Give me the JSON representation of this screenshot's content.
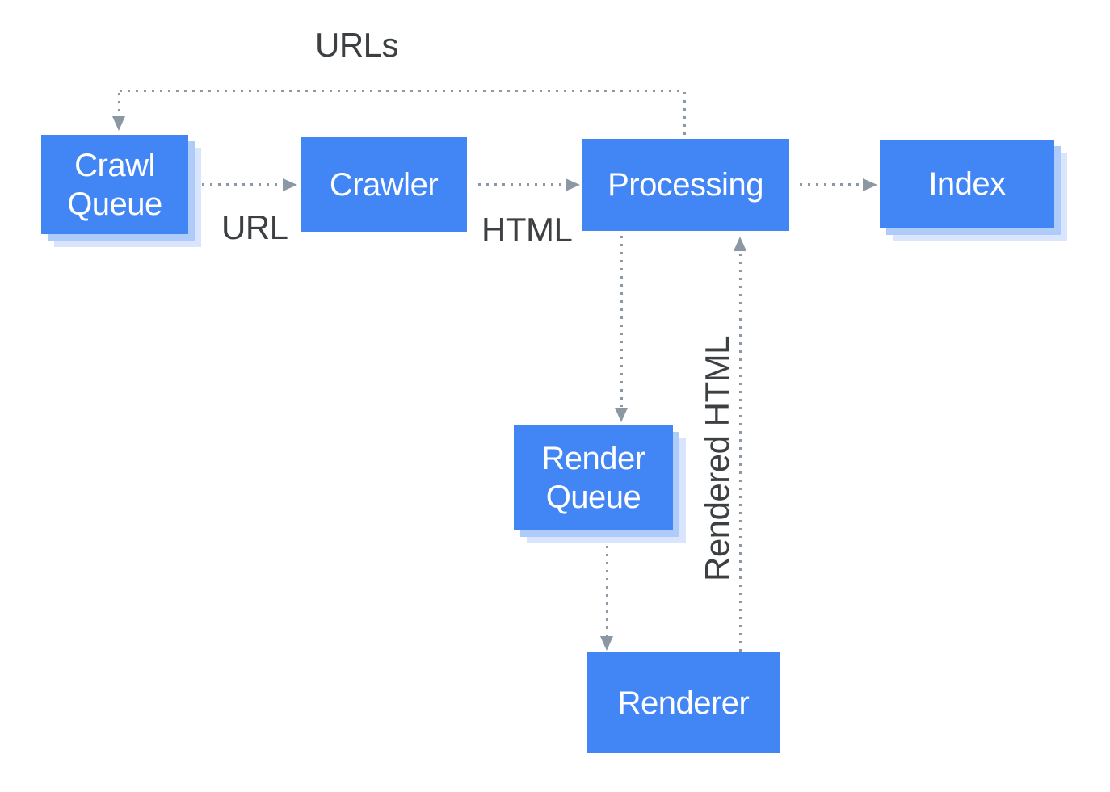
{
  "diagram": {
    "description": "Crawl / render / index pipeline flow diagram"
  },
  "colors": {
    "node_fill": "#4285F4",
    "node_text": "#ffffff",
    "shadow_inner": "#aecbfa",
    "shadow_outer": "#d9e5fc",
    "connector": "#8b98a3",
    "label_text": "#3c4043",
    "canvas_bg": "#ffffff"
  },
  "nodes": [
    {
      "id": "crawl-queue",
      "label": "Crawl Queue"
    },
    {
      "id": "crawler",
      "label": "Crawler"
    },
    {
      "id": "processing",
      "label": "Processing"
    },
    {
      "id": "index",
      "label": "Index"
    },
    {
      "id": "render-queue",
      "label": "Render Queue"
    },
    {
      "id": "renderer",
      "label": "Renderer"
    }
  ],
  "edge_labels": {
    "urls": "URLs",
    "url": "URL",
    "html": "HTML",
    "rendered_html": "Rendered HTML"
  },
  "edges": [
    {
      "from": "processing",
      "to": "crawl-queue",
      "label": "URLs"
    },
    {
      "from": "crawl-queue",
      "to": "crawler",
      "label": "URL"
    },
    {
      "from": "crawler",
      "to": "processing",
      "label": "HTML"
    },
    {
      "from": "processing",
      "to": "index",
      "label": ""
    },
    {
      "from": "processing",
      "to": "render-queue",
      "label": ""
    },
    {
      "from": "render-queue",
      "to": "renderer",
      "label": ""
    },
    {
      "from": "renderer",
      "to": "processing",
      "label": "Rendered HTML"
    }
  ]
}
